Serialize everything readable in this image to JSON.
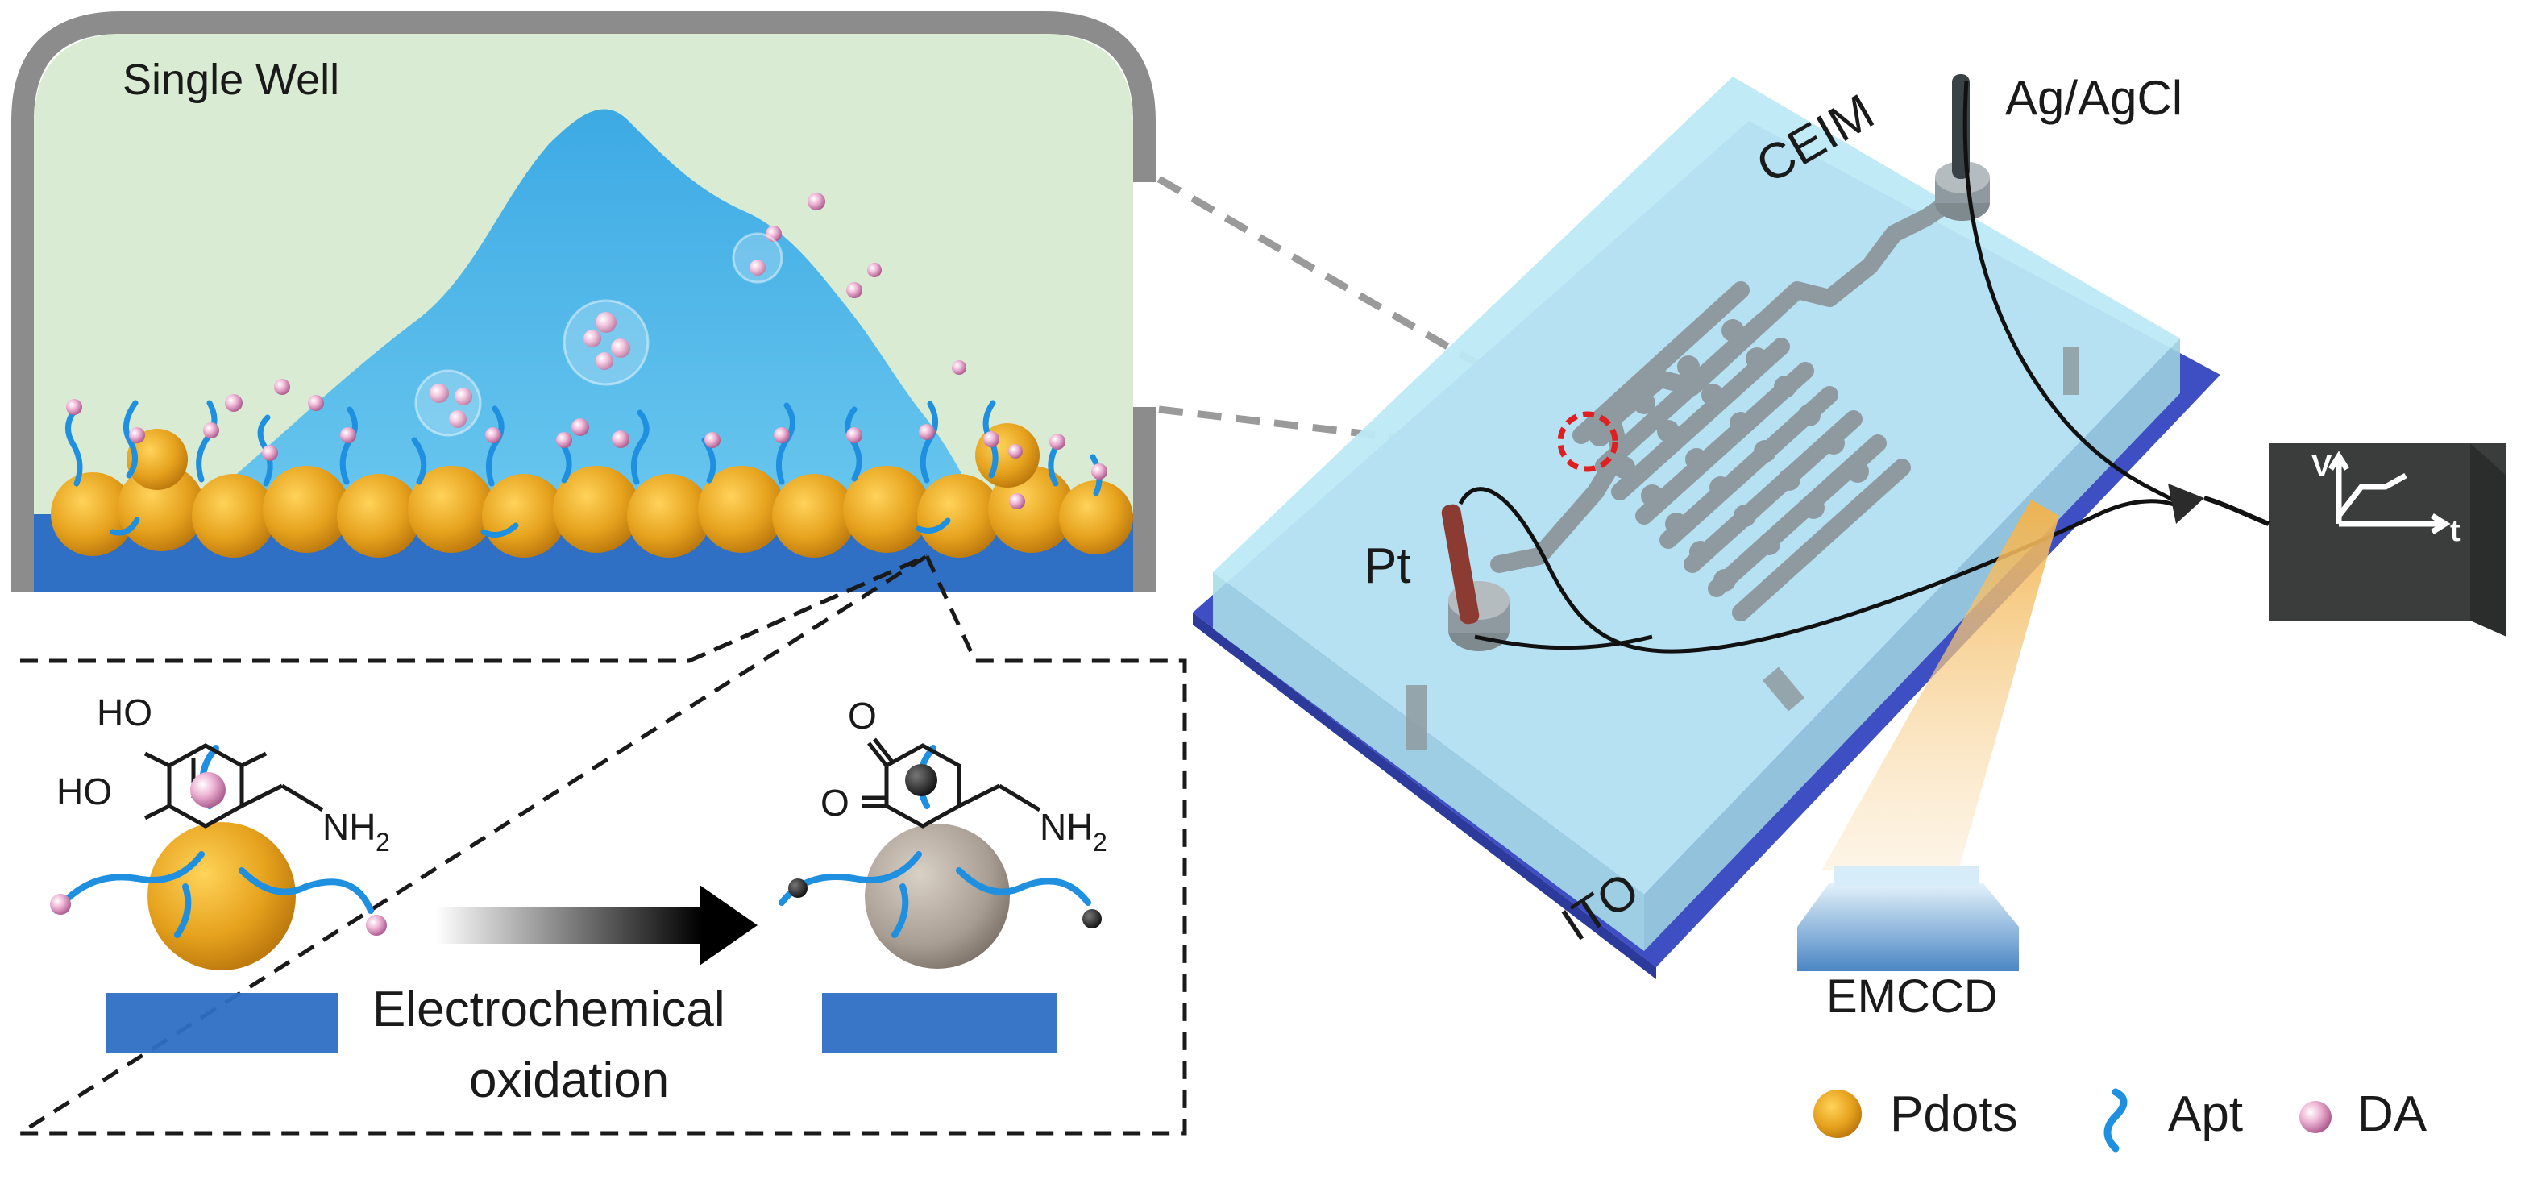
{
  "labels": {
    "single_well": "Single Well",
    "ceim": "CEIM",
    "ag_agcl": "Ag/AgCl",
    "pt": "Pt",
    "ito": "ITO",
    "emccd": "EMCCD",
    "oxidation_line1": "Electrochemical",
    "oxidation_line2": "oxidation"
  },
  "chemistry": {
    "ho_top": "HO",
    "ho_bottom": "HO",
    "nh2_left": "NH",
    "nh2_right": "NH",
    "subscript": "2",
    "o_top": "O",
    "o_bottom": "O"
  },
  "instrument_axes": {
    "v": "V",
    "t": "t"
  },
  "legend": [
    {
      "label": "Pdots",
      "icon": "pdot-sphere-icon"
    },
    {
      "label": "Apt",
      "icon": "aptamer-strand-icon"
    },
    {
      "label": "DA",
      "icon": "dopamine-bead-icon"
    }
  ],
  "colors": {
    "well_background": "#d9ecd3",
    "pdots": "#e5a21c",
    "aptamer": "#1f8fe0",
    "dopamine": "#e7a9cc",
    "chip": "#bde9f4",
    "ito": "#3e4fc4",
    "channel": "#8f9aa0",
    "box": "#3b3c3c",
    "substrate": "#2f6fc4"
  }
}
